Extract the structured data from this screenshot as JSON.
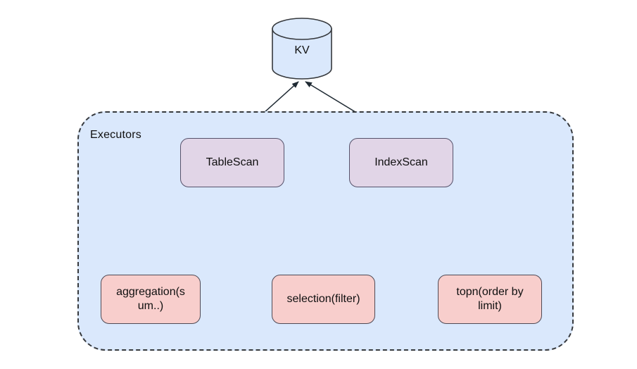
{
  "diagram": {
    "title_text": "",
    "group": {
      "label": "Executors",
      "fill": "#dae8fc",
      "stroke": "#36393d",
      "border_style": "dashed"
    },
    "colors": {
      "scan_fill": "#e1d5e7",
      "scan_stroke": "#56526b",
      "op_fill": "#f8cecc",
      "op_stroke": "#4f4a55",
      "store_fill": "#dae8fc",
      "store_stroke": "#36393d",
      "edge": "#1f2a33",
      "background": "#ffffff",
      "text": "#101010"
    },
    "nodes": [
      {
        "id": "kv",
        "label": "KV",
        "shape": "cylinder",
        "group": "storage"
      },
      {
        "id": "tablescan",
        "label": "TableScan",
        "shape": "rounded-rect",
        "group": "executors"
      },
      {
        "id": "indexscan",
        "label": "IndexScan",
        "shape": "rounded-rect",
        "group": "executors"
      },
      {
        "id": "aggregation",
        "label": "aggregation(s\num..)",
        "shape": "rounded-rect",
        "group": "executors"
      },
      {
        "id": "selection",
        "label": "selection(filter)",
        "shape": "rounded-rect",
        "group": "executors"
      },
      {
        "id": "topn",
        "label": "topn(order by\nlimit)",
        "shape": "rounded-rect",
        "group": "executors"
      }
    ],
    "edges": [
      {
        "from": "tablescan",
        "to": "kv",
        "arrow": "to"
      },
      {
        "from": "indexscan",
        "to": "kv",
        "arrow": "to"
      },
      {
        "from": "indexscan",
        "to": "tablescan",
        "arrow": "to"
      },
      {
        "from": "tablescan",
        "to": "indexscan",
        "arrow": "to"
      },
      {
        "from": "aggregation",
        "to": "tablescan",
        "arrow": "to"
      },
      {
        "from": "aggregation",
        "to": "indexscan",
        "arrow": "to"
      },
      {
        "from": "selection",
        "to": "tablescan",
        "arrow": "to"
      },
      {
        "from": "selection",
        "to": "indexscan",
        "arrow": "to"
      },
      {
        "from": "topn",
        "to": "tablescan",
        "arrow": "to"
      },
      {
        "from": "topn",
        "to": "indexscan",
        "arrow": "to"
      },
      {
        "from": "aggregation",
        "to": "selection",
        "arrow": "to"
      },
      {
        "from": "topn",
        "to": "selection",
        "arrow": "to"
      }
    ]
  }
}
